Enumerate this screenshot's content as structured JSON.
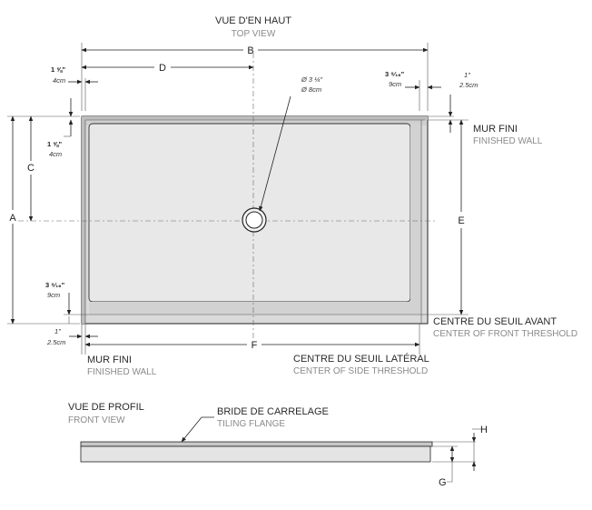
{
  "top_view": {
    "title_fr": "VUE D'EN HAUT",
    "title_en": "TOP VIEW"
  },
  "front_view": {
    "title_fr": "VUE DE PROFIL",
    "title_en": "FRONT VIEW"
  },
  "dimension_letters": {
    "a": "A",
    "b": "B",
    "c": "C",
    "d": "D",
    "e": "E",
    "f": "F",
    "g": "G",
    "h": "H"
  },
  "measurements": {
    "left_wall_top": {
      "imperial": "1 ⅝\"",
      "metric": "4cm"
    },
    "left_wall_side": {
      "imperial": "1 ⅝\"",
      "metric": "4cm"
    },
    "drain": {
      "imperial": "Ø 3 ¼\"",
      "metric": "Ø 8cm"
    },
    "right_threshold": {
      "imperial": "3 ⁹⁄₁₆\"",
      "metric": "9cm"
    },
    "right_wall": {
      "imperial": "1\"",
      "metric": "2.5cm"
    },
    "bottom_threshold": {
      "imperial": "3 ⁹⁄₁₆\"",
      "metric": "9cm"
    },
    "bottom_left": {
      "imperial": "1\"",
      "metric": "2.5cm"
    }
  },
  "labels": {
    "finished_wall_right_fr": "MUR FINI",
    "finished_wall_right_en": "FINISHED WALL",
    "front_threshold_fr": "CENTRE DU SEUIL AVANT",
    "front_threshold_en": "CENTER OF FRONT THRESHOLD",
    "finished_wall_bottom_fr": "MUR FINI",
    "finished_wall_bottom_en": "FINISHED WALL",
    "side_threshold_fr": "CENTRE DU SEUIL LATÉRAL",
    "side_threshold_en": "CENTER OF SIDE THRESHOLD",
    "tiling_flange_fr": "BRIDE DE CARRELAGE",
    "tiling_flange_en": "TILING FLANGE"
  }
}
